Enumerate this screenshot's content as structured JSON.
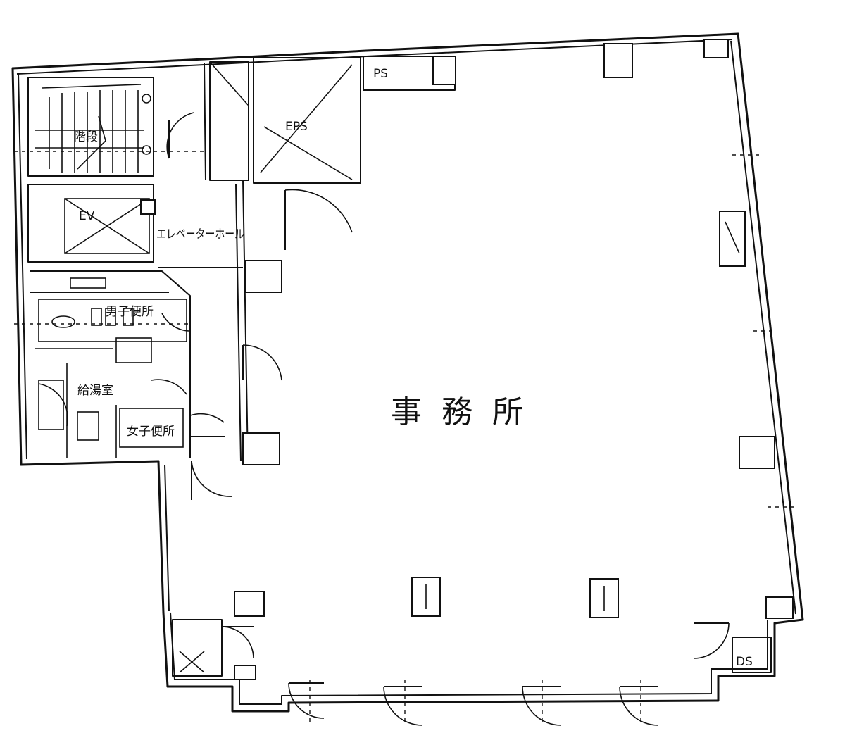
{
  "rooms": {
    "office": "事務所",
    "elevator_hall": "エレベーターホール",
    "elevator": "EV",
    "stair": "階段",
    "kitchen": "給湯室",
    "ps": "PS",
    "eps": "EPS",
    "mens_wc": "男子便所",
    "womens_wc": "女子便所",
    "shaft": "DS"
  }
}
